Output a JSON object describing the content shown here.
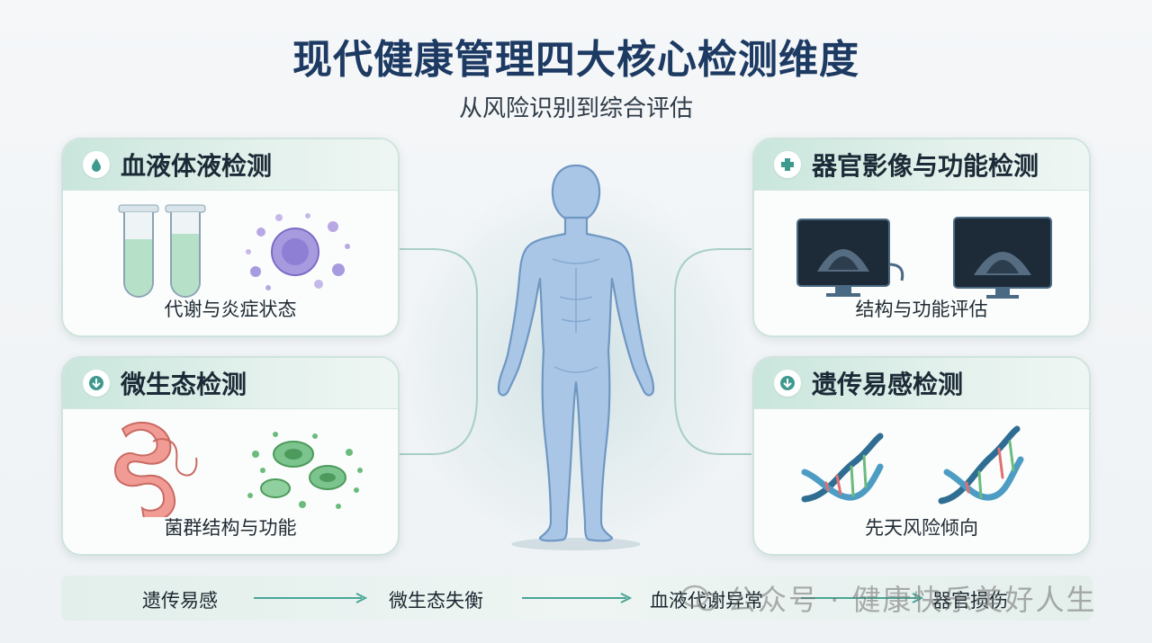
{
  "header": {
    "title": "现代健康管理四大核心检测维度",
    "subtitle": "从风险识别到综合评估"
  },
  "cards": [
    {
      "title": "血液体液检测",
      "caption": "代谢与炎症状态",
      "icon": "droplet-icon"
    },
    {
      "title": "器官影像与功能检测",
      "caption": "结构与功能评估",
      "icon": "medical-cross-icon"
    },
    {
      "title": "微生态检测",
      "caption": "菌群结构与功能",
      "icon": "down-arrow-icon"
    },
    {
      "title": "遗传易感检测",
      "caption": "先天风险倾向",
      "icon": "down-arrow-icon"
    }
  ],
  "flow": {
    "steps": [
      "遗传易感",
      "微生态失衡",
      "血液代谢异常",
      "器官损伤"
    ]
  },
  "watermark": {
    "text": "公众号 · 健康快乐美好人生"
  },
  "colors": {
    "title": "#1d3a63",
    "accent": "#3e9a8f",
    "card_header": "#c9e6dc",
    "body_figure": "#a9c6e6"
  }
}
